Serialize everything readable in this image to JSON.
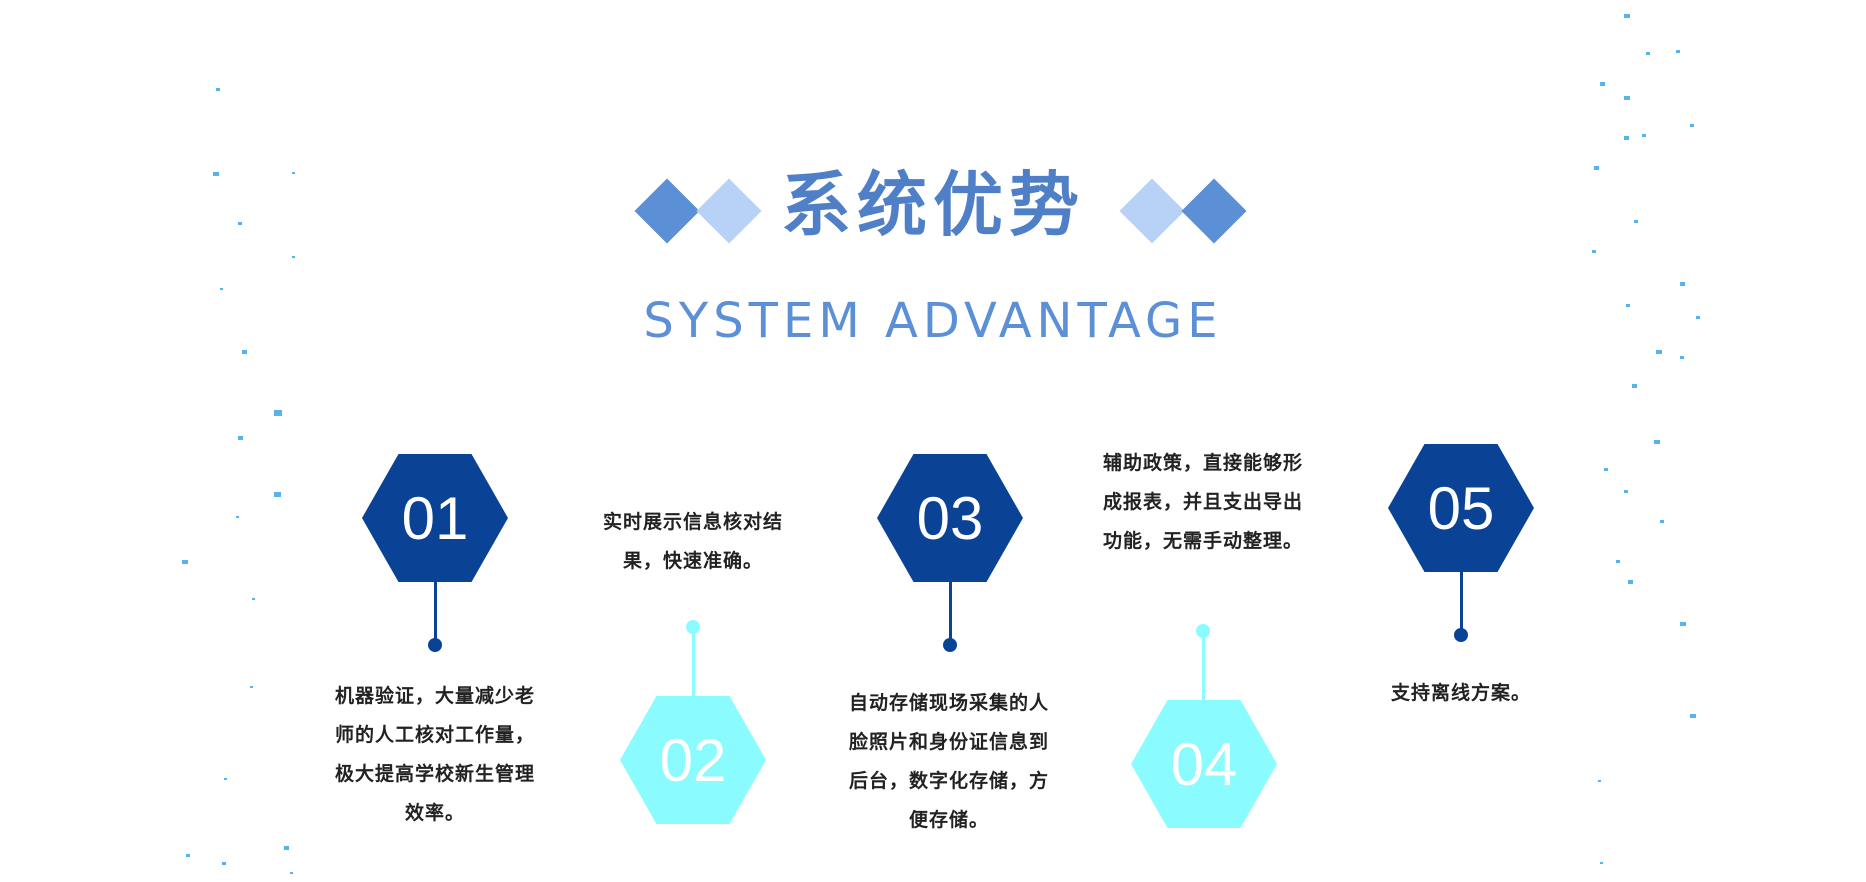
{
  "header": {
    "title_cn": "系统优势",
    "title_en": "SYSTEM ADVANTAGE"
  },
  "items": [
    {
      "number": "01",
      "text": "机器验证，大量减少老师的人工核对工作量，极大提高学校新生管理效率。"
    },
    {
      "number": "02",
      "text": "实时展示信息核对结果，快速准确。"
    },
    {
      "number": "03",
      "text": "自动存储现场采集的人脸照片和身份证信息到后台，数字化存储，方便存储。"
    },
    {
      "number": "04",
      "text": "辅助政策，直接能够形成报表，并且支出导出功能，无需手动整理。"
    },
    {
      "number": "05",
      "text": "支持离线方案。"
    }
  ],
  "colors": {
    "accent_dark": "#0a4396",
    "accent_light": "#8afcff",
    "title_blue": "#4f7fc7"
  }
}
